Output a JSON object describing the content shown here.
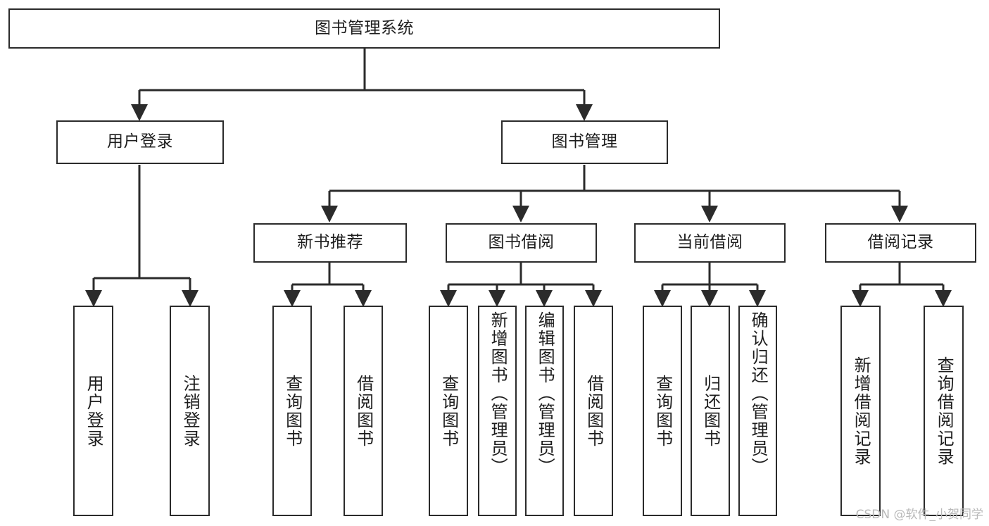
{
  "diagram": {
    "title": "图书管理系统",
    "watermark": "CSDN @软件_小贺同学",
    "colors": {
      "stroke": "#2b2b2b",
      "fill": "#ffffff",
      "text": "#1d1d1d",
      "watermark": "#b9b9b9"
    },
    "root": {
      "label": "图书管理系统"
    },
    "level2": [
      {
        "label": "用户登录"
      },
      {
        "label": "图书管理"
      }
    ],
    "level3": [
      {
        "label": "新书推荐"
      },
      {
        "label": "图书借阅"
      },
      {
        "label": "当前借阅"
      },
      {
        "label": "借阅记录"
      }
    ],
    "leaves_user_login": [
      {
        "label": "用户登录"
      },
      {
        "label": "注销登录"
      }
    ],
    "leaves_new_book": [
      {
        "label": "查询图书"
      },
      {
        "label": "借阅图书"
      }
    ],
    "leaves_borrow": [
      {
        "label": "查询图书"
      },
      {
        "label": "新增图书（管理员）"
      },
      {
        "label": "编辑图书（管理员）"
      },
      {
        "label": "借阅图书"
      }
    ],
    "leaves_current": [
      {
        "label": "查询图书"
      },
      {
        "label": "归还图书"
      },
      {
        "label": "确认归还（管理员）"
      }
    ],
    "leaves_record": [
      {
        "label": "新增借阅记录"
      },
      {
        "label": "查询借阅记录"
      }
    ]
  }
}
